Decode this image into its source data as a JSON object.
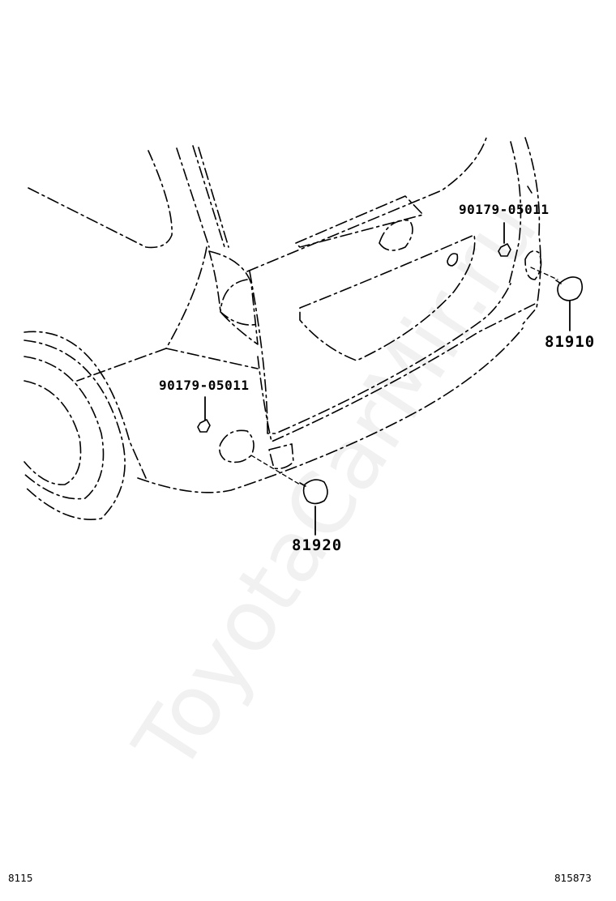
{
  "watermark": "ToyotaCarMir.ru",
  "parts": {
    "nut_left": "90179-05011",
    "nut_right": "90179-05011",
    "reflector_right": "81910",
    "reflector_left": "81920"
  },
  "footer": {
    "left_code": "8115",
    "right_code": "815873"
  },
  "colors": {
    "line": "#000000",
    "background": "#ffffff",
    "watermark": "#bebebe"
  }
}
